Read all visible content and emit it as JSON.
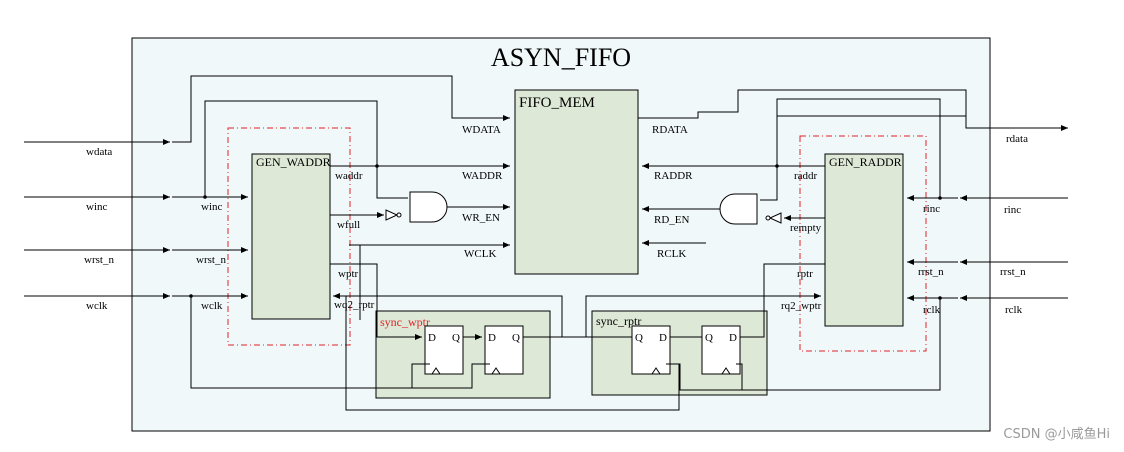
{
  "title": "ASYN_FIFO",
  "colors": {
    "outer_bg": "#f1f8fa",
    "block_bg": "#dde8d6",
    "dashed": "#e0242b",
    "sync_wptr_label": "#e0242b"
  },
  "blocks": {
    "fifo_mem": "FIFO_MEM",
    "gen_waddr": "GEN_WADDR",
    "gen_raddr": "GEN_RADDR",
    "sync_wptr": "sync_wptr",
    "sync_rptr": "sync_rptr"
  },
  "ports_left": {
    "wdata": "wdata",
    "winc": "winc",
    "wrst_n": "wrst_n",
    "wclk": "wclk"
  },
  "ports_right": {
    "rdata": "rdata",
    "rinc": "rinc",
    "rrst_n": "rrst_n",
    "rclk": "rclk"
  },
  "gen_waddr_pins": {
    "winc": "winc",
    "wrst_n": "wrst_n",
    "wclk": "wclk",
    "waddr": "waddr",
    "wfull": "wfull",
    "wptr": "wptr",
    "wq2_rptr": "wq2_rptr"
  },
  "gen_raddr_pins": {
    "raddr": "raddr",
    "rempty": "rempty",
    "rptr": "rptr",
    "rq2_wptr": "rq2_wptr",
    "rinc": "rinc",
    "rrst_n": "rrst_n",
    "rclk": "rclk"
  },
  "mem_pins": {
    "wdata": "WDATA",
    "waddr": "WADDR",
    "wr_en": "WR_EN",
    "wclk": "WCLK",
    "rdata": "RDATA",
    "raddr": "RADDR",
    "rd_en": "RD_EN",
    "rclk": "RCLK"
  },
  "ff": {
    "d": "D",
    "q": "Q"
  },
  "watermark": "CSDN @小咸鱼Hi"
}
